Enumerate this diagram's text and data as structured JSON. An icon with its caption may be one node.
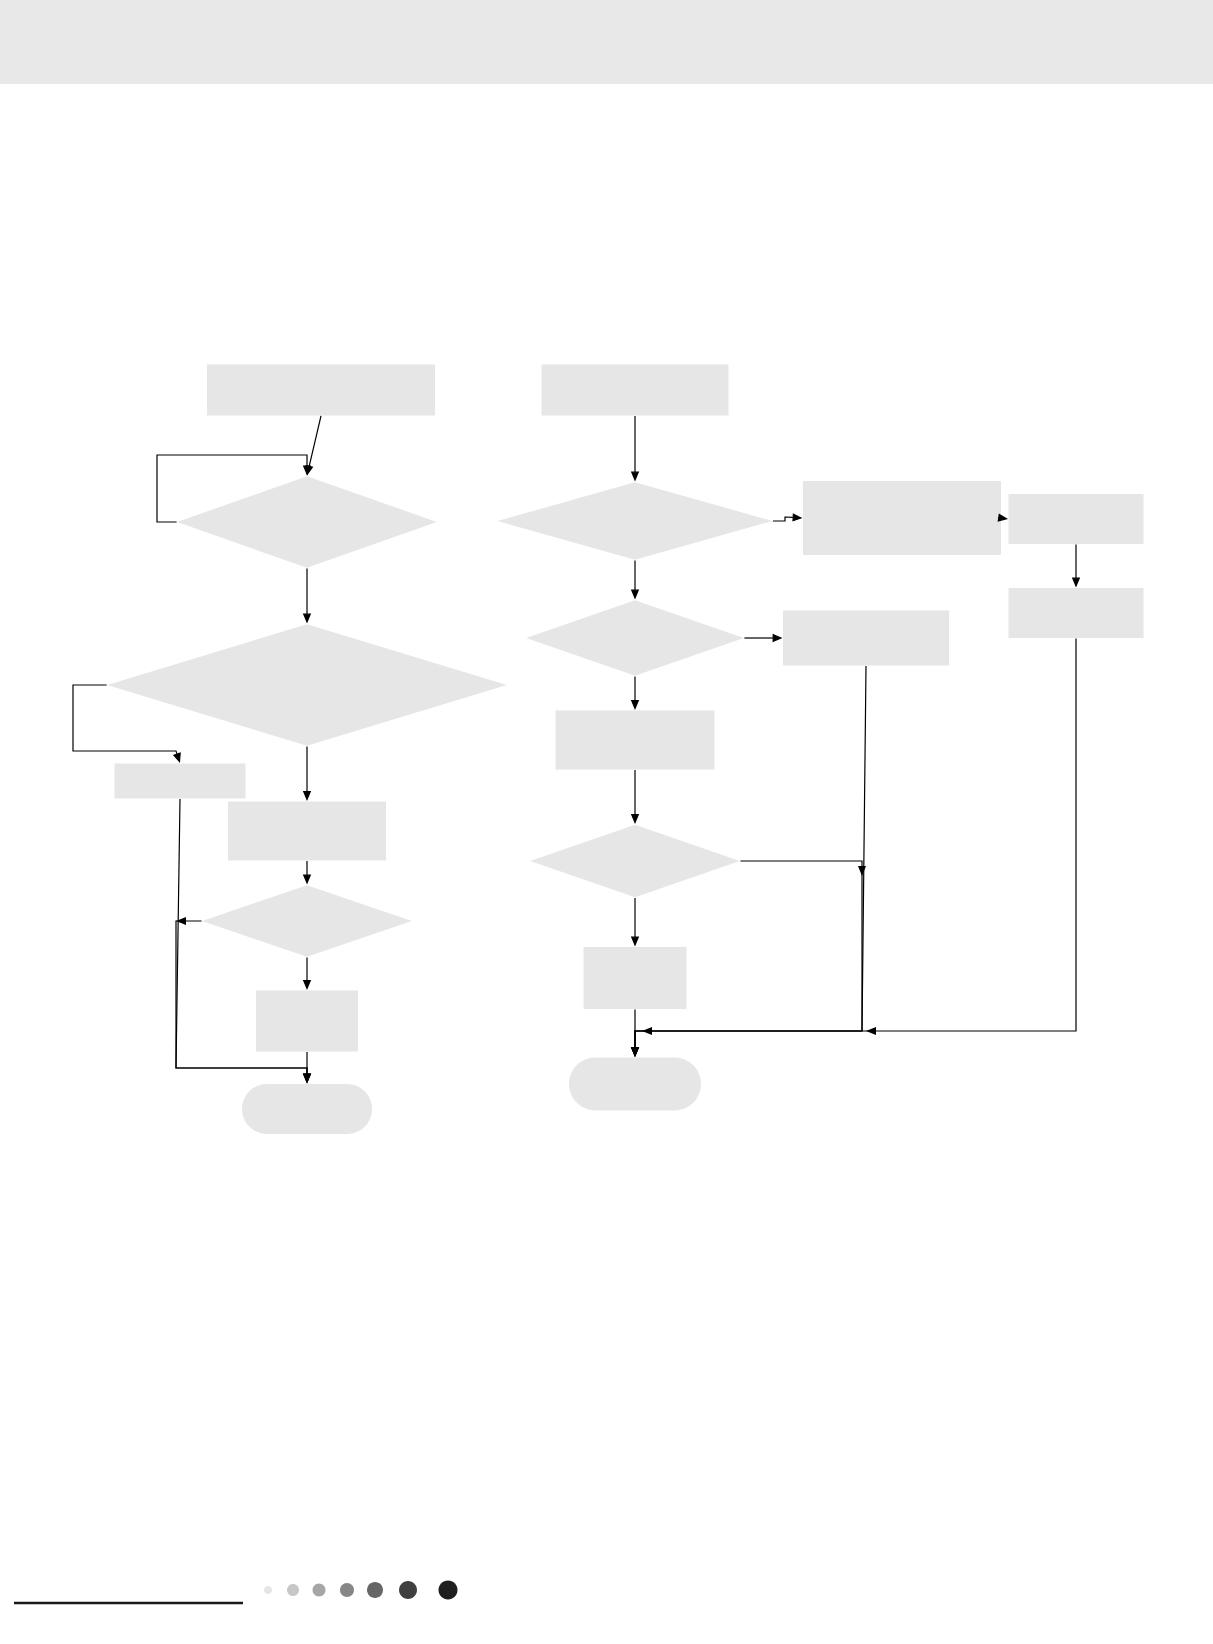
{
  "diagram": {
    "nodes": [
      {
        "text": [],
        "shape": "parallelogram"
      },
      {
        "text": [],
        "shape": "diamond"
      },
      {
        "text": [],
        "shape": "diamond"
      },
      {
        "text": [],
        "shape": "parallelogram"
      },
      {
        "text": [],
        "shape": "parallelogram"
      },
      {
        "text": [],
        "shape": "diamond"
      },
      {
        "text": [],
        "shape": "parallelogram"
      },
      {
        "text": [],
        "shape": "oval"
      },
      {
        "text": [],
        "shape": "parallelogram"
      },
      {
        "text": [],
        "shape": "diamond"
      },
      {
        "text": [],
        "shape": "diamond"
      },
      {
        "text": [],
        "shape": "parallelogram"
      },
      {
        "text": [],
        "shape": "diamond"
      },
      {
        "text": [],
        "shape": "parallelogram"
      },
      {
        "text": [],
        "shape": "oval"
      },
      {
        "text": [],
        "shape": "parallelogram"
      },
      {
        "text": [],
        "shape": "parallelogram"
      },
      {
        "text": [],
        "shape": "parallelogram"
      },
      {
        "text": [],
        "shape": "parallelogram"
      }
    ],
    "edges": [
      {
        "from": 0,
        "to": 1,
        "arrow": "to"
      },
      {
        "from": 1,
        "to": 1,
        "arrow": "to"
      },
      {
        "from": 1,
        "to": 2,
        "arrow": "to"
      },
      {
        "from": 2,
        "to": 3,
        "arrow": "to"
      },
      {
        "from": 2,
        "to": 4,
        "arrow": "to"
      },
      {
        "from": 4,
        "to": 5,
        "arrow": "to"
      },
      {
        "from": 5,
        "to": 7,
        "arrow": "to"
      },
      {
        "from": 3,
        "to": 7,
        "arrow": "to"
      },
      {
        "from": 5,
        "to": 6,
        "arrow": "to"
      },
      {
        "from": 6,
        "to": 7,
        "arrow": "to"
      },
      {
        "from": 8,
        "to": 9,
        "arrow": "to"
      },
      {
        "from": 9,
        "to": 15,
        "arrow": "to"
      },
      {
        "from": 9,
        "to": 10,
        "arrow": "to"
      },
      {
        "from": 10,
        "to": 16,
        "arrow": "to"
      },
      {
        "from": 10,
        "to": 11,
        "arrow": "to"
      },
      {
        "from": 11,
        "to": 12,
        "arrow": "to"
      },
      {
        "from": 12,
        "to": 14,
        "arrow": "to"
      },
      {
        "from": 12,
        "to": 13,
        "arrow": "to"
      },
      {
        "from": 13,
        "to": 14,
        "arrow": "to"
      },
      {
        "from": 16,
        "to": 14,
        "arrow": "to"
      },
      {
        "from": 15,
        "to": 17,
        "arrow": "to"
      },
      {
        "from": 17,
        "to": 18,
        "arrow": "to"
      },
      {
        "from": 18,
        "to": 14,
        "arrow": "to"
      }
    ]
  }
}
